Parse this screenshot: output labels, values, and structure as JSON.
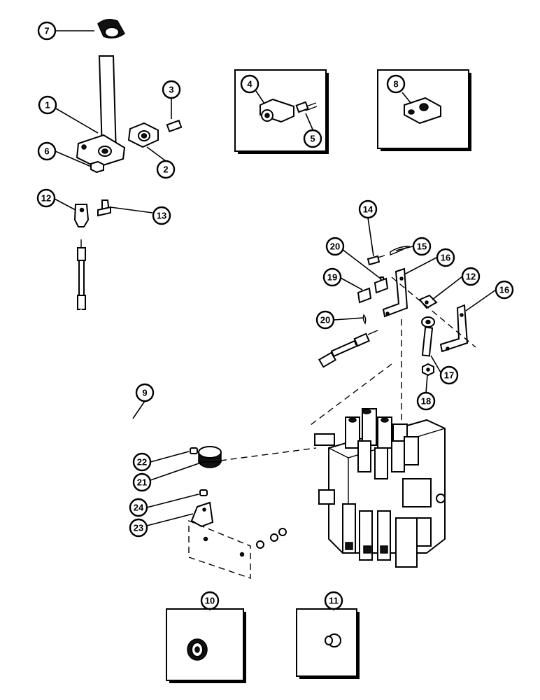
{
  "callouts": [
    "1",
    "2",
    "3",
    "4",
    "5",
    "6",
    "7",
    "8",
    "9",
    "10",
    "11",
    "12",
    "12",
    "13",
    "14",
    "15",
    "16",
    "16",
    "17",
    "18",
    "19",
    "20",
    "20",
    "21",
    "22",
    "23",
    "24"
  ]
}
